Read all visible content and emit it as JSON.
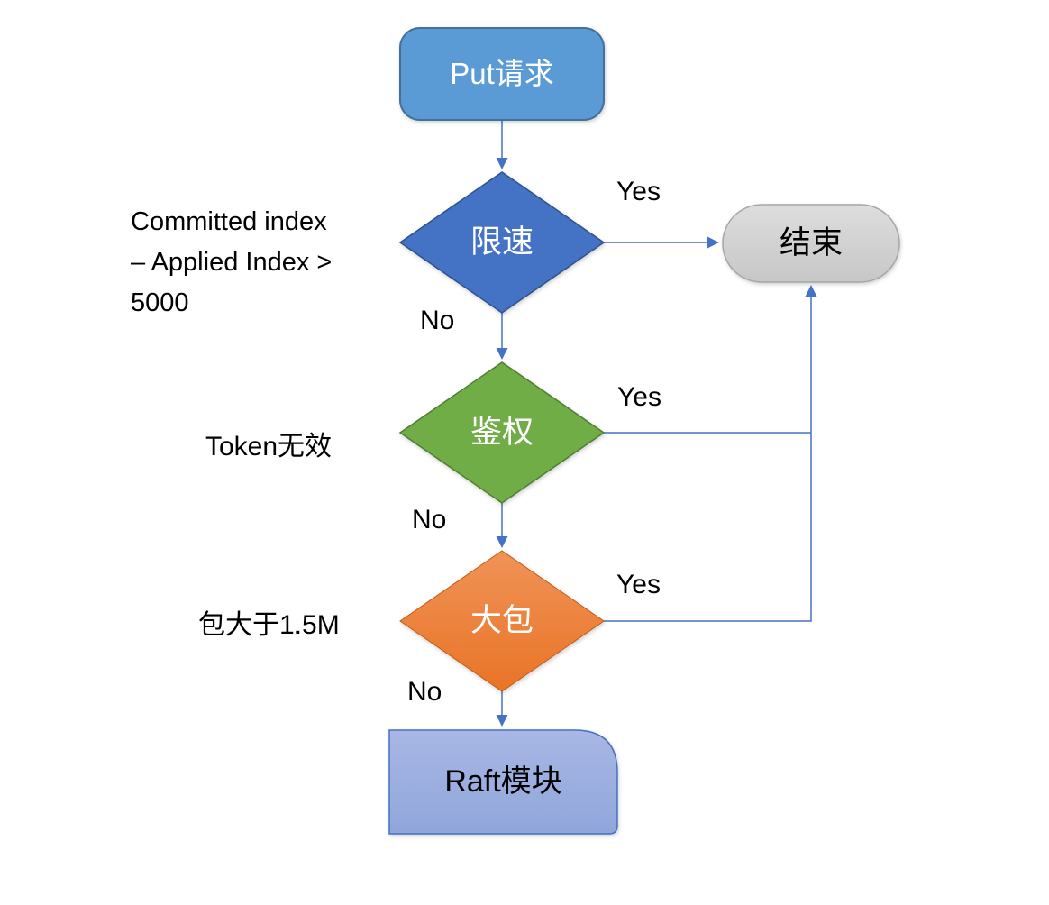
{
  "diagram": {
    "nodes": {
      "start": {
        "label": "Put请求",
        "fill": "#5B9BD5",
        "stroke": "#41719C",
        "text_color": "#FFFFFF"
      },
      "rate_limit": {
        "label": "限速",
        "fill": "#4472C4",
        "stroke": "#2F528F",
        "text_color": "#FFFFFF"
      },
      "auth": {
        "label": "鉴权",
        "fill": "#70AD47",
        "stroke": "#507E32",
        "text_color": "#FFFFFF"
      },
      "big_packet": {
        "label": "大包",
        "fill_top": "#F09358",
        "fill_bottom": "#E97426",
        "stroke": "#C55A11",
        "text_color": "#FFFFFF"
      },
      "end": {
        "label": "结束",
        "fill_top": "#DDDDDD",
        "fill_bottom": "#C7C7C7",
        "stroke": "#A6A6A6",
        "text_color": "#000000"
      },
      "raft": {
        "label": "Raft模块",
        "fill_top": "#A8B7E4",
        "fill_bottom": "#90A6DB",
        "stroke": "#4472C4",
        "text_color": "#000000"
      }
    },
    "annotations": {
      "rate_limit_condition_line1": "Committed index",
      "rate_limit_condition_line2": " – Applied Index >",
      "rate_limit_condition_line3": "5000",
      "auth_condition": "Token无效",
      "packet_condition": "包大于1.5M"
    },
    "branches": {
      "rate_limit_yes": "Yes",
      "rate_limit_no": "No",
      "auth_yes": "Yes",
      "auth_no": "No",
      "packet_yes": "Yes",
      "packet_no": "No"
    },
    "connector_color": "#4472C4"
  }
}
